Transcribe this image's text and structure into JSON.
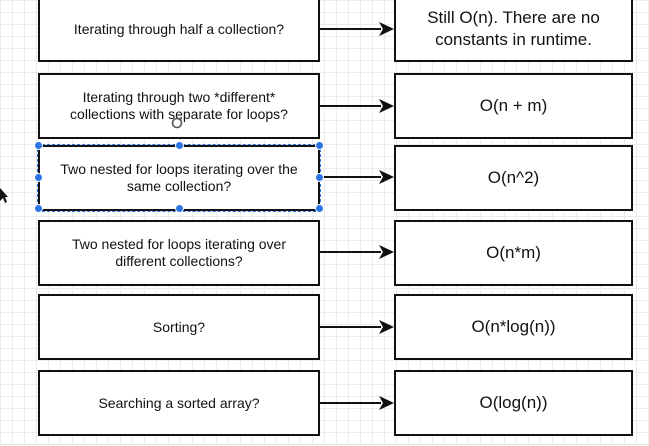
{
  "rows": [
    {
      "question": "Iterating through half a collection?",
      "answer": "Still O(n).  There are no constants in runtime."
    },
    {
      "question": "Iterating through two *different* collections with separate for loops?",
      "answer": "O(n + m)"
    },
    {
      "question": "Two nested for loops iterating over the same collection?",
      "answer": "O(n^2)"
    },
    {
      "question": "Two nested for loops iterating over different collections?",
      "answer": "O(n*m)"
    },
    {
      "question": "Sorting?",
      "answer": "O(n*log(n))"
    },
    {
      "question": "Searching a sorted array?",
      "answer": "O(log(n))"
    }
  ],
  "colors": {
    "stroke": "#111111",
    "selection": "#2b74e2",
    "grid": "#ececec"
  }
}
